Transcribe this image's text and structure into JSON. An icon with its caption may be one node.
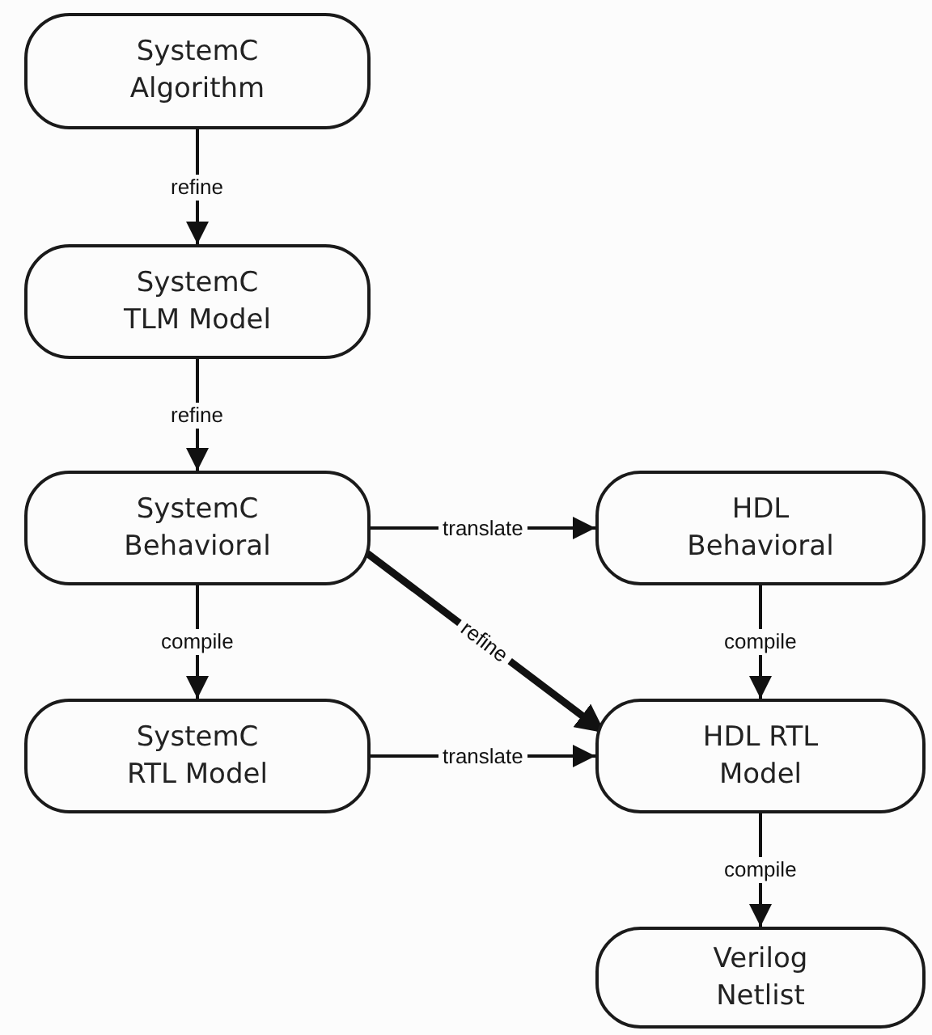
{
  "diagram": {
    "nodes": [
      {
        "text": [
          "SystemC Algorithm"
        ]
      },
      {
        "text": [
          "SystemC TLM Model"
        ]
      },
      {
        "text": [
          "SystemC Behavioral"
        ]
      },
      {
        "text": [
          "SystemC RTL Model"
        ]
      },
      {
        "text": [
          "HDL Behavioral"
        ]
      },
      {
        "text": [
          "HDL RTL Model"
        ]
      },
      {
        "text": [
          "Verilog Netlist"
        ]
      }
    ],
    "edges": [
      {
        "from": 0,
        "to": 1,
        "arrow": "to",
        "label": "refine"
      },
      {
        "from": 1,
        "to": 2,
        "arrow": "to",
        "label": "refine"
      },
      {
        "from": 2,
        "to": 4,
        "arrow": "to",
        "label": "translate"
      },
      {
        "from": 2,
        "to": 3,
        "arrow": "to",
        "label": "compile"
      },
      {
        "from": 2,
        "to": 5,
        "arrow": "to",
        "label": "refine",
        "style": "thick"
      },
      {
        "from": 4,
        "to": 5,
        "arrow": "to",
        "label": "compile"
      },
      {
        "from": 3,
        "to": 5,
        "arrow": "to",
        "label": "translate"
      },
      {
        "from": 5,
        "to": 6,
        "arrow": "to",
        "label": "compile"
      }
    ]
  }
}
